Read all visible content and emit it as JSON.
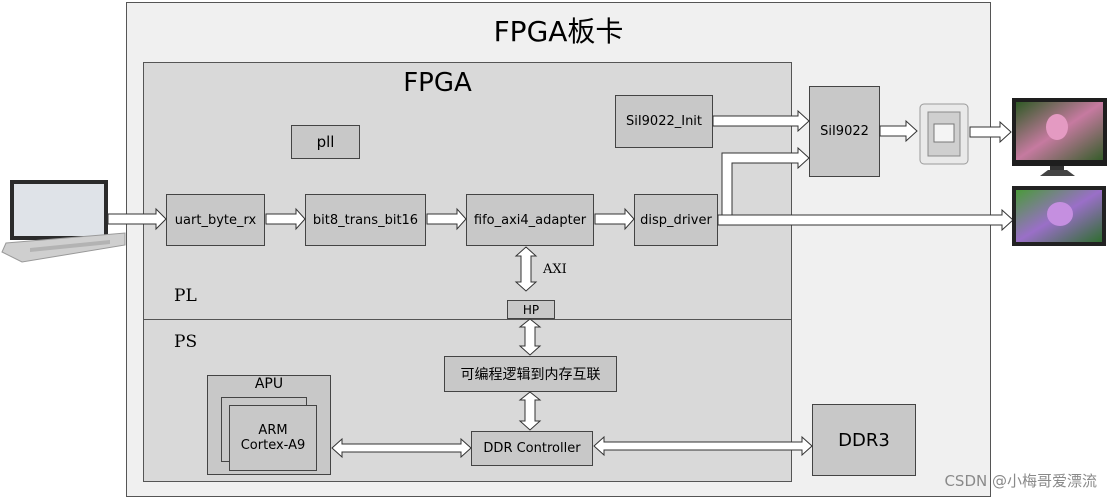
{
  "board_title": "FPGA板卡",
  "fpga_title": "FPGA",
  "pl_label": "PL",
  "ps_label": "PS",
  "blocks": {
    "pll": "pll",
    "uart": "uart_byte_rx",
    "bit8": "bit8_trans_bit16",
    "fifo": "fifo_axi4_adapter",
    "disp": "disp_driver",
    "sii_init": "SiI9022_Init",
    "sii": "SiI9022",
    "hp": "HP",
    "axi": "AXI",
    "interconnect": "可编程逻辑到内存互联",
    "apu": "APU",
    "arm_line1": "ARM",
    "arm_line2": "Cortex-A9",
    "ddr_ctrl": "DDR Controller",
    "ddr3": "DDR3"
  },
  "watermark": "CSDN @小梅哥爱漂流",
  "icons": [
    "laptop-icon",
    "hdmi-connector-icon",
    "monitor-icon",
    "lcd-screen-icon"
  ]
}
